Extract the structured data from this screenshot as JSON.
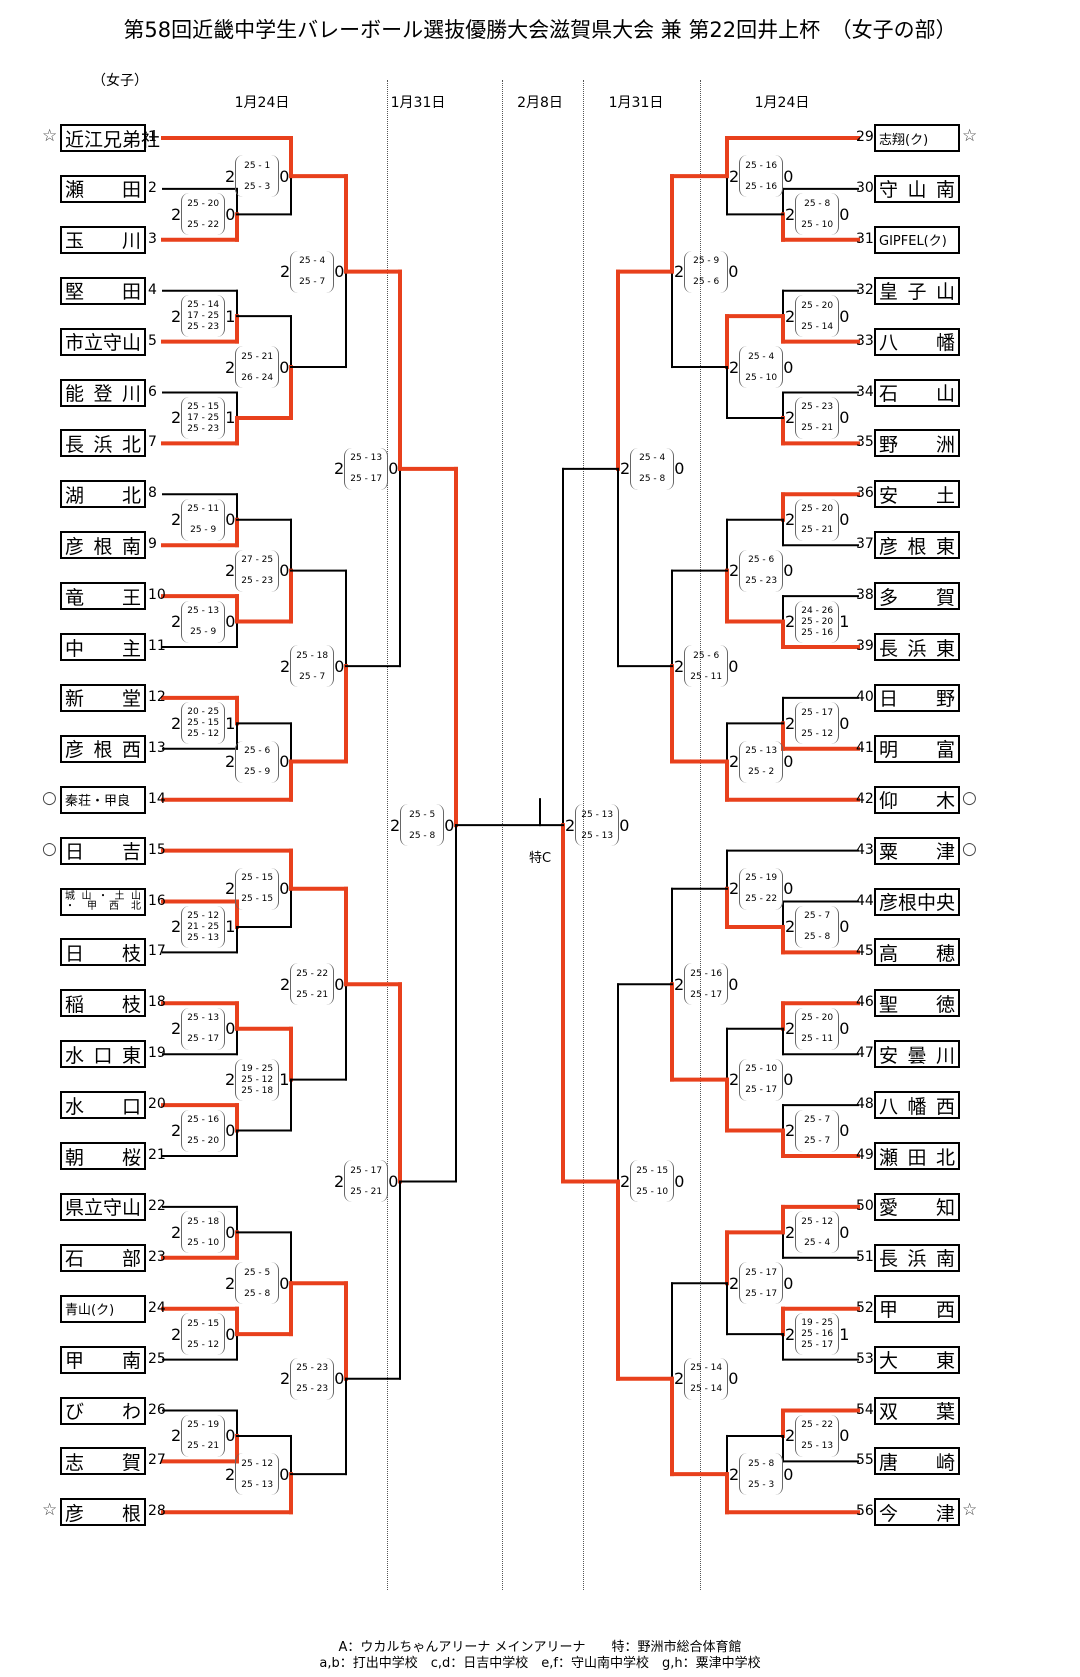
{
  "title": "第58回近畿中学生バレーボール選抜優勝大会滋賀県大会 兼 第22回井上杯　（女子の部）",
  "section_label": "（女子）",
  "dates": [
    "1月24日",
    "1月31日",
    "2月8日",
    "1月31日",
    "1月24日"
  ],
  "colors": {
    "winner_line": "#e8401c",
    "loser_line": "#000000"
  },
  "final": {
    "label": "特C"
  },
  "teams": [
    {
      "no": "1",
      "name": "近江兄弟社",
      "mark": "☆"
    },
    {
      "no": "2",
      "name": "瀬　田"
    },
    {
      "no": "3",
      "name": "玉　川"
    },
    {
      "no": "4",
      "name": "堅　田"
    },
    {
      "no": "5",
      "name": "市立守山"
    },
    {
      "no": "6",
      "name": "能　登　川"
    },
    {
      "no": "7",
      "name": "長　浜　北"
    },
    {
      "no": "8",
      "name": "湖　北"
    },
    {
      "no": "9",
      "name": "彦　根　南"
    },
    {
      "no": "10",
      "name": "竜　王"
    },
    {
      "no": "11",
      "name": "中　主"
    },
    {
      "no": "12",
      "name": "新　堂"
    },
    {
      "no": "13",
      "name": "彦　根　西"
    },
    {
      "no": "14",
      "name": "秦荘・甲良",
      "mark": "○"
    },
    {
      "no": "15",
      "name": "日　吉",
      "mark": "○"
    },
    {
      "no": "16",
      "name": "城山・土山・甲西北"
    },
    {
      "no": "17",
      "name": "日　枝"
    },
    {
      "no": "18",
      "name": "稲　枝"
    },
    {
      "no": "19",
      "name": "水　口　東"
    },
    {
      "no": "20",
      "name": "水　口"
    },
    {
      "no": "21",
      "name": "朝　桜"
    },
    {
      "no": "22",
      "name": "県立守山"
    },
    {
      "no": "23",
      "name": "石　部"
    },
    {
      "no": "24",
      "name": "青山(ク)"
    },
    {
      "no": "25",
      "name": "甲　南"
    },
    {
      "no": "26",
      "name": "び　わ"
    },
    {
      "no": "27",
      "name": "志　賀"
    },
    {
      "no": "28",
      "name": "彦　根",
      "mark": "☆"
    },
    {
      "no": "29",
      "name": "志翔(ク)",
      "mark": "☆"
    },
    {
      "no": "30",
      "name": "守　山　南"
    },
    {
      "no": "31",
      "name": "GIPFEL(ク)"
    },
    {
      "no": "32",
      "name": "皇　子　山"
    },
    {
      "no": "33",
      "name": "八　幡"
    },
    {
      "no": "34",
      "name": "石　山"
    },
    {
      "no": "35",
      "name": "野　洲"
    },
    {
      "no": "36",
      "name": "安　土"
    },
    {
      "no": "37",
      "name": "彦　根　東"
    },
    {
      "no": "38",
      "name": "多　賀"
    },
    {
      "no": "39",
      "name": "長　浜　東"
    },
    {
      "no": "40",
      "name": "日　野"
    },
    {
      "no": "41",
      "name": "明　富"
    },
    {
      "no": "42",
      "name": "仰　木",
      "mark": "○"
    },
    {
      "no": "43",
      "name": "粟　津",
      "mark": "○"
    },
    {
      "no": "44",
      "name": "彦根中央"
    },
    {
      "no": "45",
      "name": "高　穂"
    },
    {
      "no": "46",
      "name": "聖　徳"
    },
    {
      "no": "47",
      "name": "安　曇　川"
    },
    {
      "no": "48",
      "name": "八　幡　西"
    },
    {
      "no": "49",
      "name": "瀬　田　北"
    },
    {
      "no": "50",
      "name": "愛　知"
    },
    {
      "no": "51",
      "name": "長　浜　南"
    },
    {
      "no": "52",
      "name": "甲　西"
    },
    {
      "no": "53",
      "name": "大　東"
    },
    {
      "no": "54",
      "name": "双　葉"
    },
    {
      "no": "55",
      "name": "唐　崎"
    },
    {
      "no": "56",
      "name": "今　津",
      "mark": "☆"
    }
  ],
  "matches": [
    {
      "id": "L1",
      "side": "left",
      "round": 1,
      "a": "t2",
      "b": "t3",
      "winner": "b",
      "won": 2,
      "lost": 0,
      "sets": [
        "25 - 20",
        "25 - 22"
      ]
    },
    {
      "id": "L2",
      "side": "left",
      "round": 1,
      "a": "t4",
      "b": "t5",
      "winner": "b",
      "won": 2,
      "lost": 1,
      "sets": [
        "25 - 14",
        "17 - 25",
        "25 - 23"
      ]
    },
    {
      "id": "L3",
      "side": "left",
      "round": 1,
      "a": "t6",
      "b": "t7",
      "winner": "b",
      "won": 2,
      "lost": 1,
      "sets": [
        "25 - 15",
        "17 - 25",
        "25 - 23"
      ]
    },
    {
      "id": "L4",
      "side": "left",
      "round": 1,
      "a": "t8",
      "b": "t9",
      "winner": "b",
      "won": 2,
      "lost": 0,
      "sets": [
        "25 - 11",
        "25 - 9"
      ]
    },
    {
      "id": "L5",
      "side": "left",
      "round": 1,
      "a": "t10",
      "b": "t11",
      "winner": "a",
      "won": 2,
      "lost": 0,
      "sets": [
        "25 - 13",
        "25 - 9"
      ]
    },
    {
      "id": "L6",
      "side": "left",
      "round": 1,
      "a": "t12",
      "b": "t13",
      "winner": "a",
      "won": 2,
      "lost": 1,
      "sets": [
        "20 - 25",
        "25 - 15",
        "25 - 12"
      ]
    },
    {
      "id": "L7",
      "side": "left",
      "round": 1,
      "a": "t16",
      "b": "t17",
      "winner": "a",
      "won": 2,
      "lost": 1,
      "sets": [
        "25 - 12",
        "21 - 25",
        "25 - 13"
      ]
    },
    {
      "id": "L8",
      "side": "left",
      "round": 1,
      "a": "t18",
      "b": "t19",
      "winner": "a",
      "won": 2,
      "lost": 0,
      "sets": [
        "25 - 13",
        "25 - 17"
      ]
    },
    {
      "id": "L9",
      "side": "left",
      "round": 1,
      "a": "t20",
      "b": "t21",
      "winner": "a",
      "won": 2,
      "lost": 0,
      "sets": [
        "25 - 16",
        "25 - 20"
      ]
    },
    {
      "id": "L10",
      "side": "left",
      "round": 1,
      "a": "t22",
      "b": "t23",
      "winner": "b",
      "won": 2,
      "lost": 0,
      "sets": [
        "25 - 18",
        "25 - 10"
      ]
    },
    {
      "id": "L11",
      "side": "left",
      "round": 1,
      "a": "t24",
      "b": "t25",
      "winner": "a",
      "won": 2,
      "lost": 0,
      "sets": [
        "25 - 15",
        "25 - 12"
      ]
    },
    {
      "id": "L12",
      "side": "left",
      "round": 1,
      "a": "t26",
      "b": "t27",
      "winner": "b",
      "won": 2,
      "lost": 0,
      "sets": [
        "25 - 19",
        "25 - 21"
      ]
    },
    {
      "id": "L13",
      "side": "left",
      "round": 2,
      "a": "t1",
      "b": "L1",
      "winner": "a",
      "won": 2,
      "lost": 0,
      "sets": [
        "25 - 1",
        "25 - 3"
      ]
    },
    {
      "id": "L14",
      "side": "left",
      "round": 2,
      "a": "L2",
      "b": "L3",
      "winner": "b",
      "won": 2,
      "lost": 0,
      "sets": [
        "25 - 21",
        "26 - 24"
      ]
    },
    {
      "id": "L15",
      "side": "left",
      "round": 2,
      "a": "L4",
      "b": "L5",
      "winner": "b",
      "won": 2,
      "lost": 0,
      "sets": [
        "27 - 25",
        "25 - 23"
      ]
    },
    {
      "id": "L16",
      "side": "left",
      "round": 2,
      "a": "L6",
      "b": "t14",
      "winner": "b",
      "won": 2,
      "lost": 0,
      "sets": [
        "25 - 6",
        "25 - 9"
      ]
    },
    {
      "id": "L17",
      "side": "left",
      "round": 2,
      "a": "t15",
      "b": "L7",
      "winner": "a",
      "won": 2,
      "lost": 0,
      "sets": [
        "25 - 15",
        "25 - 15"
      ]
    },
    {
      "id": "L18",
      "side": "left",
      "round": 2,
      "a": "L8",
      "b": "L9",
      "winner": "a",
      "won": 2,
      "lost": 1,
      "sets": [
        "19 - 25",
        "25 - 12",
        "25 - 18"
      ]
    },
    {
      "id": "L19",
      "side": "left",
      "round": 2,
      "a": "L10",
      "b": "L11",
      "winner": "b",
      "won": 2,
      "lost": 0,
      "sets": [
        "25 - 5",
        "25 - 8"
      ]
    },
    {
      "id": "L20",
      "side": "left",
      "round": 2,
      "a": "L12",
      "b": "t28",
      "winner": "b",
      "won": 2,
      "lost": 0,
      "sets": [
        "25 - 12",
        "25 - 13"
      ]
    },
    {
      "id": "L21",
      "side": "left",
      "round": 3,
      "a": "L13",
      "b": "L14",
      "winner": "a",
      "won": 2,
      "lost": 0,
      "sets": [
        "25 - 4",
        "25 - 7"
      ]
    },
    {
      "id": "L22",
      "side": "left",
      "round": 3,
      "a": "L15",
      "b": "L16",
      "winner": "b",
      "won": 2,
      "lost": 0,
      "sets": [
        "25 - 18",
        "25 - 7"
      ]
    },
    {
      "id": "L23",
      "side": "left",
      "round": 3,
      "a": "L17",
      "b": "L18",
      "winner": "a",
      "won": 2,
      "lost": 0,
      "sets": [
        "25 - 22",
        "25 - 21"
      ]
    },
    {
      "id": "L24",
      "side": "left",
      "round": 3,
      "a": "L19",
      "b": "L20",
      "winner": "a",
      "won": 2,
      "lost": 0,
      "sets": [
        "25 - 23",
        "25 - 23"
      ]
    },
    {
      "id": "L25",
      "side": "left",
      "round": 4,
      "a": "L21",
      "b": "L22",
      "winner": "a",
      "won": 2,
      "lost": 0,
      "sets": [
        "25 - 13",
        "25 - 17"
      ]
    },
    {
      "id": "L26",
      "side": "left",
      "round": 4,
      "a": "L23",
      "b": "L24",
      "winner": "a",
      "won": 2,
      "lost": 0,
      "sets": [
        "25 - 17",
        "25 - 21"
      ]
    },
    {
      "id": "L27",
      "side": "left",
      "round": 5,
      "a": "L25",
      "b": "L26",
      "winner": "a",
      "won": 2,
      "lost": 0,
      "sets": [
        "25 - 5",
        "25 - 8"
      ]
    },
    {
      "id": "R1",
      "side": "right",
      "round": 1,
      "a": "t30",
      "b": "t31",
      "winner": "b",
      "won": 2,
      "lost": 0,
      "sets": [
        "25 - 8",
        "25 - 10"
      ]
    },
    {
      "id": "R2",
      "side": "right",
      "round": 1,
      "a": "t32",
      "b": "t33",
      "winner": "b",
      "won": 2,
      "lost": 0,
      "sets": [
        "25 - 20",
        "25 - 14"
      ]
    },
    {
      "id": "R3",
      "side": "right",
      "round": 1,
      "a": "t34",
      "b": "t35",
      "winner": "b",
      "won": 2,
      "lost": 0,
      "sets": [
        "25 - 23",
        "25 - 21"
      ]
    },
    {
      "id": "R4",
      "side": "right",
      "round": 1,
      "a": "t36",
      "b": "t37",
      "winner": "a",
      "won": 2,
      "lost": 0,
      "sets": [
        "25 - 20",
        "25 - 21"
      ]
    },
    {
      "id": "R5",
      "side": "right",
      "round": 1,
      "a": "t38",
      "b": "t39",
      "winner": "b",
      "won": 2,
      "lost": 1,
      "sets": [
        "24 - 26",
        "25 - 20",
        "25 - 16"
      ]
    },
    {
      "id": "R6",
      "side": "right",
      "round": 1,
      "a": "t40",
      "b": "t41",
      "winner": "b",
      "won": 2,
      "lost": 0,
      "sets": [
        "25 - 17",
        "25 - 12"
      ]
    },
    {
      "id": "R7",
      "side": "right",
      "round": 1,
      "a": "t44",
      "b": "t45",
      "winner": "b",
      "won": 2,
      "lost": 0,
      "sets": [
        "25 - 7",
        "25 - 8"
      ]
    },
    {
      "id": "R8",
      "side": "right",
      "round": 1,
      "a": "t46",
      "b": "t47",
      "winner": "a",
      "won": 2,
      "lost": 0,
      "sets": [
        "25 - 20",
        "25 - 11"
      ]
    },
    {
      "id": "R9",
      "side": "right",
      "round": 1,
      "a": "t48",
      "b": "t49",
      "winner": "b",
      "won": 2,
      "lost": 0,
      "sets": [
        "25 - 7",
        "25 - 7"
      ]
    },
    {
      "id": "R10",
      "side": "right",
      "round": 1,
      "a": "t50",
      "b": "t51",
      "winner": "a",
      "won": 2,
      "lost": 0,
      "sets": [
        "25 - 12",
        "25 - 4"
      ]
    },
    {
      "id": "R11",
      "side": "right",
      "round": 1,
      "a": "t52",
      "b": "t53",
      "winner": "a",
      "won": 2,
      "lost": 1,
      "sets": [
        "19 - 25",
        "25 - 16",
        "25 - 17"
      ]
    },
    {
      "id": "R12",
      "side": "right",
      "round": 1,
      "a": "t54",
      "b": "t55",
      "winner": "a",
      "won": 2,
      "lost": 0,
      "sets": [
        "25 - 22",
        "25 - 13"
      ]
    },
    {
      "id": "R13",
      "side": "right",
      "round": 2,
      "a": "t29",
      "b": "R1",
      "winner": "a",
      "won": 2,
      "lost": 0,
      "sets": [
        "25 - 16",
        "25 - 16"
      ]
    },
    {
      "id": "R14",
      "side": "right",
      "round": 2,
      "a": "R2",
      "b": "R3",
      "winner": "a",
      "won": 2,
      "lost": 0,
      "sets": [
        "25 - 4",
        "25 - 10"
      ]
    },
    {
      "id": "R15",
      "side": "right",
      "round": 2,
      "a": "R4",
      "b": "R5",
      "winner": "b",
      "won": 2,
      "lost": 0,
      "sets": [
        "25 - 6",
        "25 - 23"
      ]
    },
    {
      "id": "R16",
      "side": "right",
      "round": 2,
      "a": "R6",
      "b": "t42",
      "winner": "b",
      "won": 2,
      "lost": 0,
      "sets": [
        "25 - 13",
        "25 - 2"
      ]
    },
    {
      "id": "R17",
      "side": "right",
      "round": 2,
      "a": "t43",
      "b": "R7",
      "winner": "b",
      "won": 2,
      "lost": 0,
      "sets": [
        "25 - 19",
        "25 - 22"
      ]
    },
    {
      "id": "R18",
      "side": "right",
      "round": 2,
      "a": "R8",
      "b": "R9",
      "winner": "b",
      "won": 2,
      "lost": 0,
      "sets": [
        "25 - 10",
        "25 - 17"
      ]
    },
    {
      "id": "R19",
      "side": "right",
      "round": 2,
      "a": "R10",
      "b": "R11",
      "winner": "a",
      "won": 2,
      "lost": 0,
      "sets": [
        "25 - 17",
        "25 - 17"
      ]
    },
    {
      "id": "R20",
      "side": "right",
      "round": 2,
      "a": "R12",
      "b": "t56",
      "winner": "b",
      "won": 2,
      "lost": 0,
      "sets": [
        "25 - 8",
        "25 - 3"
      ]
    },
    {
      "id": "R21",
      "side": "right",
      "round": 3,
      "a": "R13",
      "b": "R14",
      "winner": "a",
      "won": 2,
      "lost": 0,
      "sets": [
        "25 - 9",
        "25 - 6"
      ]
    },
    {
      "id": "R22",
      "side": "right",
      "round": 3,
      "a": "R15",
      "b": "R16",
      "winner": "b",
      "won": 2,
      "lost": 0,
      "sets": [
        "25 - 6",
        "25 - 11"
      ]
    },
    {
      "id": "R23",
      "side": "right",
      "round": 3,
      "a": "R17",
      "b": "R18",
      "winner": "b",
      "won": 2,
      "lost": 0,
      "sets": [
        "25 - 16",
        "25 - 17"
      ]
    },
    {
      "id": "R24",
      "side": "right",
      "round": 3,
      "a": "R19",
      "b": "R20",
      "winner": "b",
      "won": 2,
      "lost": 0,
      "sets": [
        "25 - 14",
        "25 - 14"
      ]
    },
    {
      "id": "R25",
      "side": "right",
      "round": 4,
      "a": "R21",
      "b": "R22",
      "winner": "a",
      "won": 2,
      "lost": 0,
      "sets": [
        "25 - 4",
        "25 - 8"
      ]
    },
    {
      "id": "R26",
      "side": "right",
      "round": 4,
      "a": "R23",
      "b": "R24",
      "winner": "b",
      "won": 2,
      "lost": 0,
      "sets": [
        "25 - 15",
        "25 - 10"
      ]
    },
    {
      "id": "R27",
      "side": "right",
      "round": 5,
      "a": "R25",
      "b": "R26",
      "winner": "b",
      "won": 2,
      "lost": 0,
      "sets": [
        "25 - 13",
        "25 - 13"
      ]
    }
  ],
  "footer": {
    "line1": "A：ウカルちゃんアリーナ メインアリーナ　　特：野洲市総合体育館",
    "line2": "a,b：打出中学校　c,d：日吉中学校　e,f：守山南中学校　g,h：粟津中学校"
  }
}
